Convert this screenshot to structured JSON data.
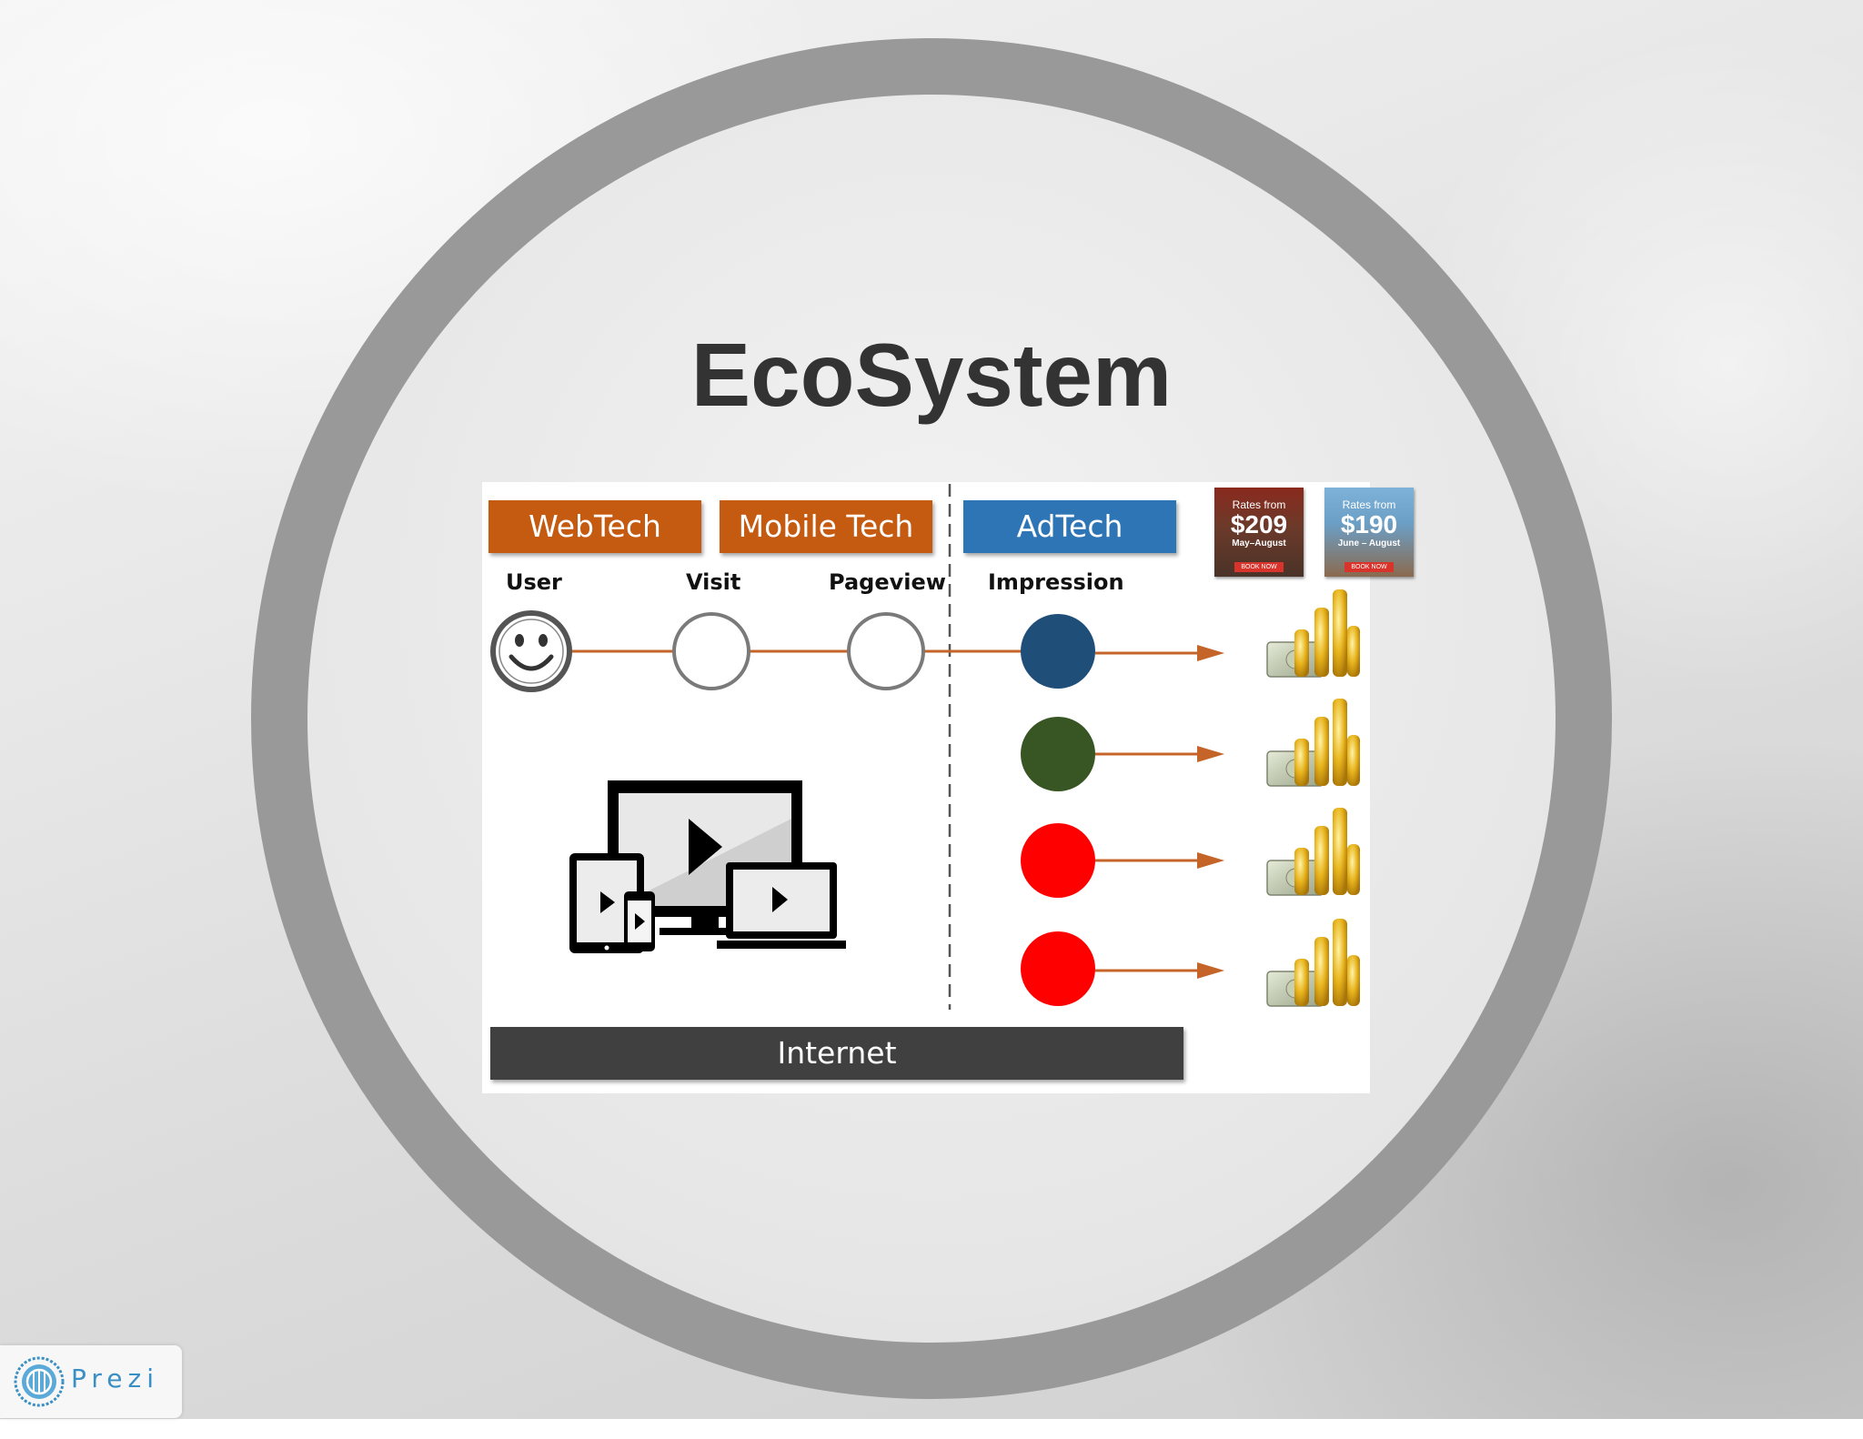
{
  "title": "EcoSystem",
  "categories": {
    "webtech": "WebTech",
    "mobiletech": "Mobile Tech",
    "adtech": "AdTech"
  },
  "stages": {
    "user": "User",
    "visit": "Visit",
    "pageview": "Pageview",
    "impression": "Impression"
  },
  "ads": [
    {
      "line1": "Rates from",
      "price": "$209",
      "dates": "May–August",
      "cta": "BOOK NOW"
    },
    {
      "line1": "Rates from",
      "price": "$190",
      "dates": "June – August",
      "cta": "BOOK NOW"
    }
  ],
  "network_label": "Internet",
  "brand": "Prezi",
  "colors": {
    "webtech": "#c55a11",
    "mobiletech": "#c55a11",
    "adtech": "#2e75b6",
    "connector": "#c56428",
    "impression_1": "#1f4e79",
    "impression_2": "#375623",
    "impression_3": "#ff0000",
    "impression_4": "#ff0000",
    "internet_bar": "#404040",
    "ring": "#999999"
  },
  "icons": {
    "user": "smiley-face-icon",
    "devices": "multi-device-video-icon",
    "revenue": "money-coins-icon",
    "logo": "prezi-logo-icon"
  }
}
